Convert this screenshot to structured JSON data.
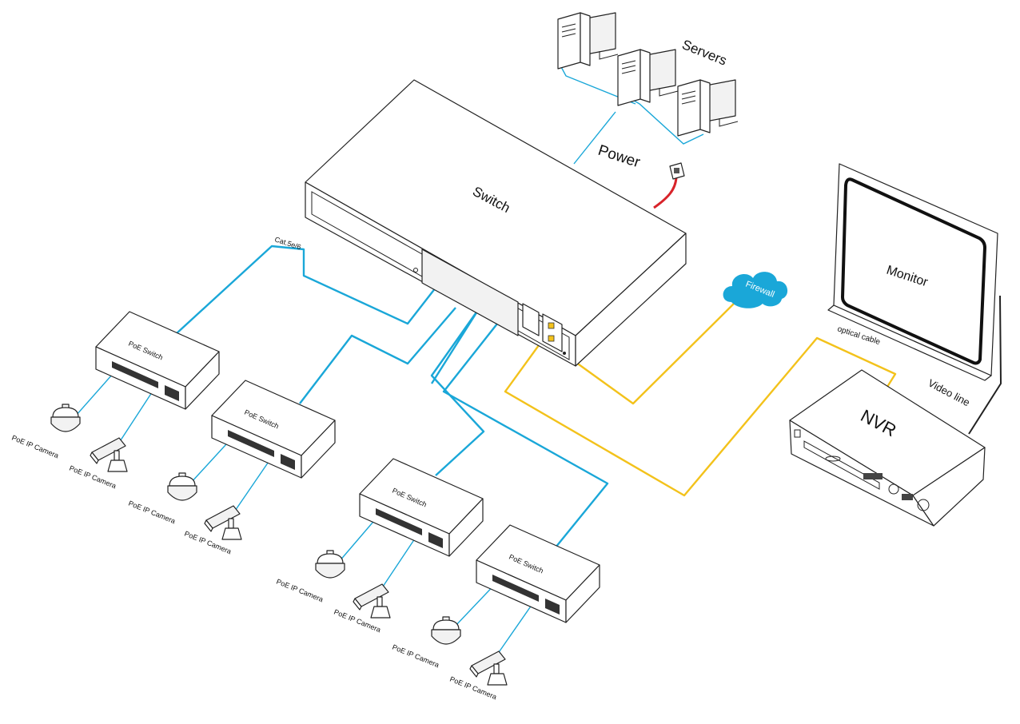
{
  "labels": {
    "servers": "Servers",
    "power": "Power",
    "switch": "Switch",
    "cat_cable": "Cat.5e/6",
    "firewall": "Firewall",
    "monitor": "Monitor",
    "optical_cable": "optical cable",
    "video_line": "Video line",
    "nvr": "NVR",
    "poe_switch": "PoE Switch",
    "poe_ip_camera": "PoE IP Camera"
  },
  "colors": {
    "network_cable": "#1aa7d8",
    "optical_cable": "#f3c21b",
    "power_cable": "#d8232a",
    "firewall_cloud": "#1aa7d8"
  }
}
